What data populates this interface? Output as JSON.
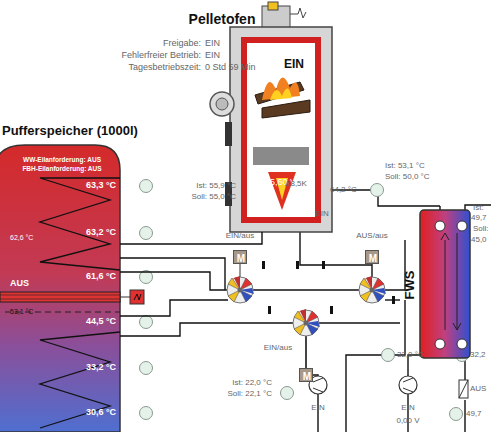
{
  "diagram": {
    "nodes": [
      {
        "text": [
          "Pelletofen"
        ]
      },
      {
        "text": [
          "EIN",
          "5,60 V"
        ],
        "in": 0
      },
      {
        "text": [
          "Pufferspeicher (1000l)",
          "WW-Eilanforderung: AUS",
          "FBH-Eilanforderung: AUS",
          "62,6 °C",
          "53,1 °C"
        ]
      },
      {
        "text": [
          "FWS"
        ]
      },
      {
        "text": [
          "M"
        ]
      },
      {
        "text": [
          "M"
        ]
      },
      {
        "text": [
          "M"
        ]
      }
    ],
    "edges": [
      {
        "from": 0,
        "to": 2,
        "arrow": "none"
      }
    ],
    "labels": [
      "Freigabe:",
      "EIN",
      "Fehlerfreier Betrieb:",
      "EIN",
      "Tagesbetriebszeit:",
      "0 Std 59 Min",
      "63,3 °C",
      "63,2 °C",
      "61,6 °C",
      "44,5 °C",
      "33,2 °C",
      "30,6 °C",
      "AUS",
      "Ist: 55,9 °C",
      "Soll: 55,0 °C",
      "Δ8,5K",
      "64,2 °C",
      "EIN",
      "EIN/aus",
      "AUS/aus",
      "EIN/aus",
      "Ist: 53,1 °C",
      "Soll: 50,0 °C",
      "Ist:",
      "49,7",
      "Soll:",
      "45,0",
      "32,0 °C",
      "32,2",
      "Ist: 22,0 °C",
      "Soll: 22,1 °C",
      "EIN",
      "EIN",
      "0,00 V",
      "AUS",
      "49,7"
    ]
  }
}
